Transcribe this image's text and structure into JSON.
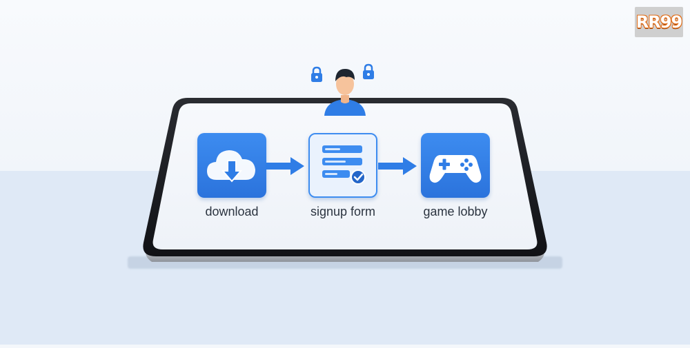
{
  "logo": {
    "text": "RR99"
  },
  "colors": {
    "accent": "#2f7de6",
    "accent_dark": "#2466c9",
    "background": "#dfe9f6",
    "logo_orange": "#e36f1a"
  },
  "flow": {
    "steps": [
      {
        "label": "download",
        "icon": "cloud-download-icon"
      },
      {
        "label": "signup form",
        "icon": "form-check-icon"
      },
      {
        "label": "game lobby",
        "icon": "gamepad-icon"
      }
    ]
  }
}
